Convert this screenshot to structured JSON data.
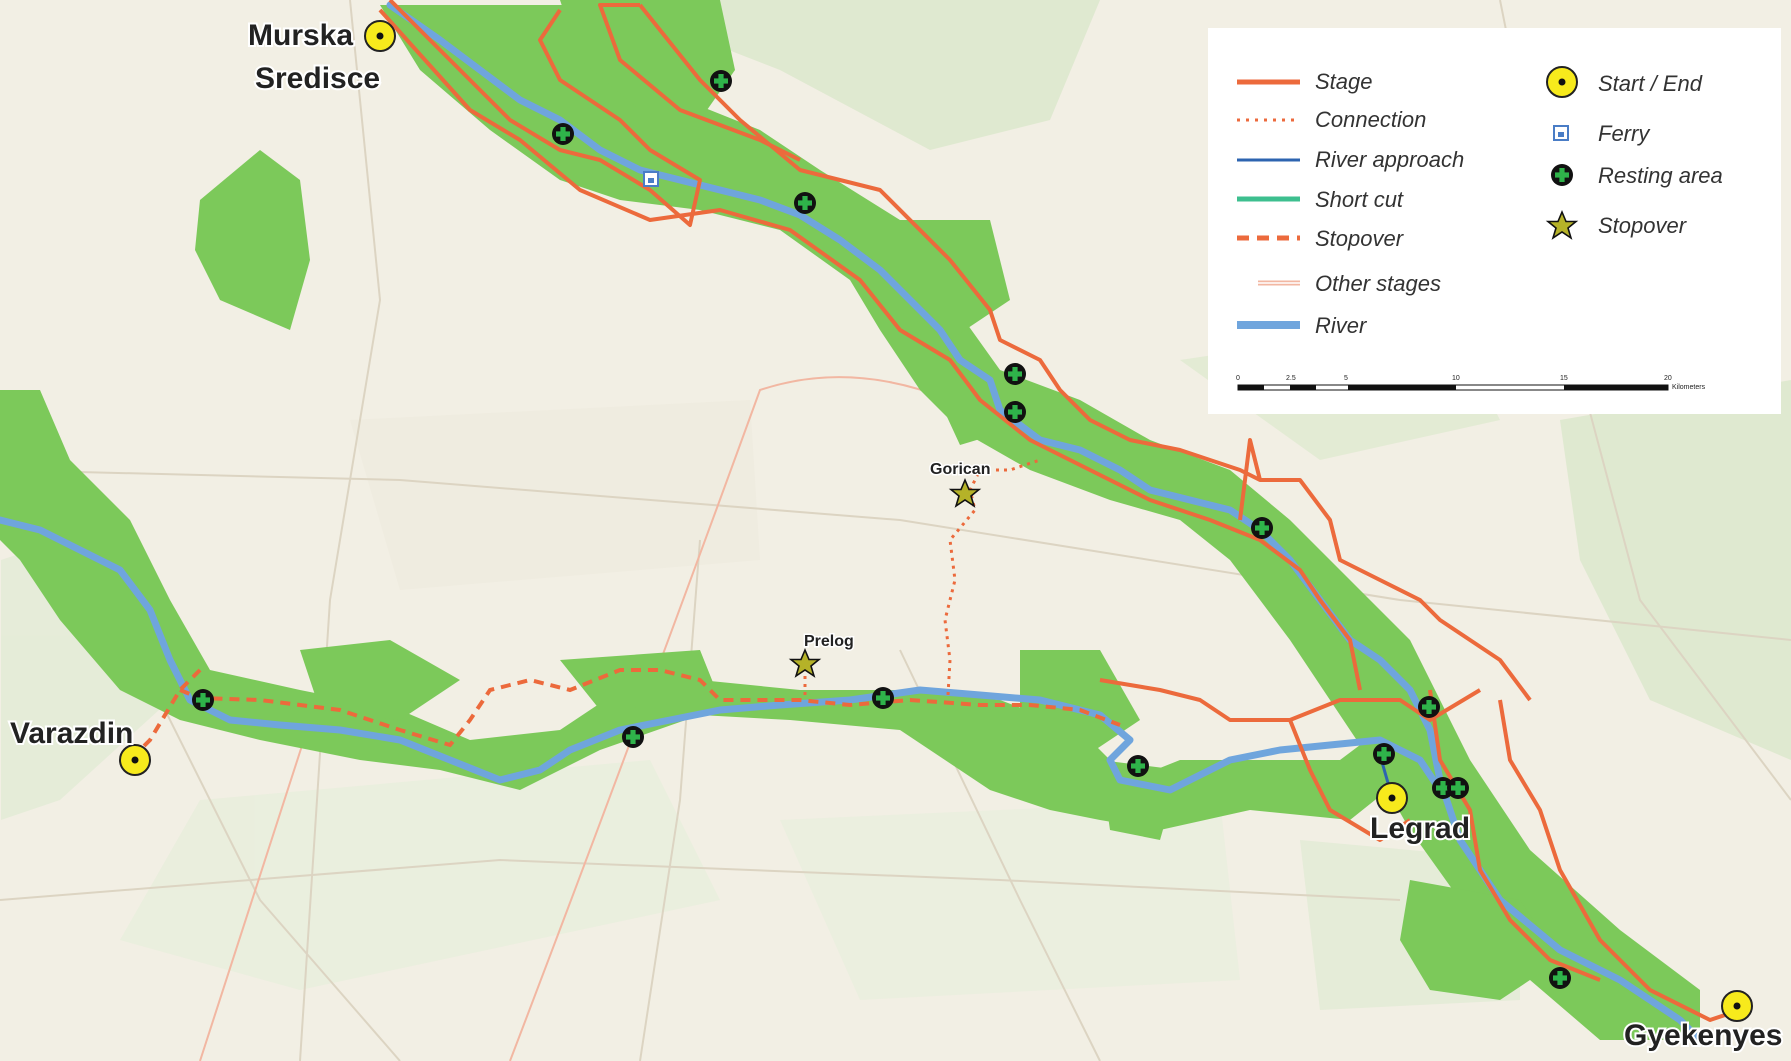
{
  "places": {
    "murska": "Murska",
    "sredisce": "Sredisce",
    "varazdin": "Varazdin",
    "legrad": "Legrad",
    "gyekenyes": "Gyekenyes",
    "gorican": "Gorican",
    "prelog": "Prelog"
  },
  "legend": {
    "stage": "Stage",
    "connection": "Connection",
    "river_approach": "River approach",
    "short_cut": "Short cut",
    "stopover": "Stopover",
    "other_stages": "Other stages",
    "river": "River",
    "start_end": "Start / End",
    "ferry": "Ferry",
    "resting_area": "Resting area",
    "stopover_symbol": "Stopover"
  },
  "scale": {
    "ticks": [
      "0",
      "2.5",
      "5",
      "10",
      "15",
      "20"
    ],
    "unit": "Kilometers"
  },
  "colors": {
    "stage": "#ec6a3c",
    "river": "#6fa5dd",
    "river_approach": "#2d64b0",
    "short_cut": "#3dbf8f",
    "corridor": "#7cc95a",
    "map_bg": "#f2efe4",
    "marker_yellow": "#f7ea1c"
  }
}
